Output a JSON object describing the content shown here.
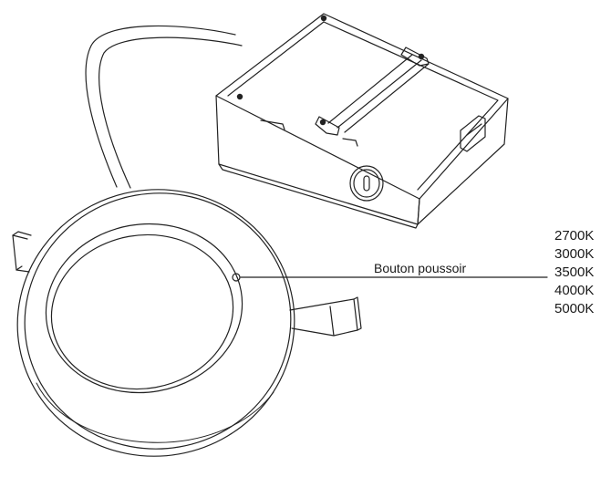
{
  "annotations": {
    "push_button": "Bouton poussoir"
  },
  "color_temperatures": [
    "2700K",
    "3000K",
    "3500K",
    "4000K",
    "5000K"
  ],
  "colors": {
    "line": "#222222",
    "background": "#ffffff"
  }
}
